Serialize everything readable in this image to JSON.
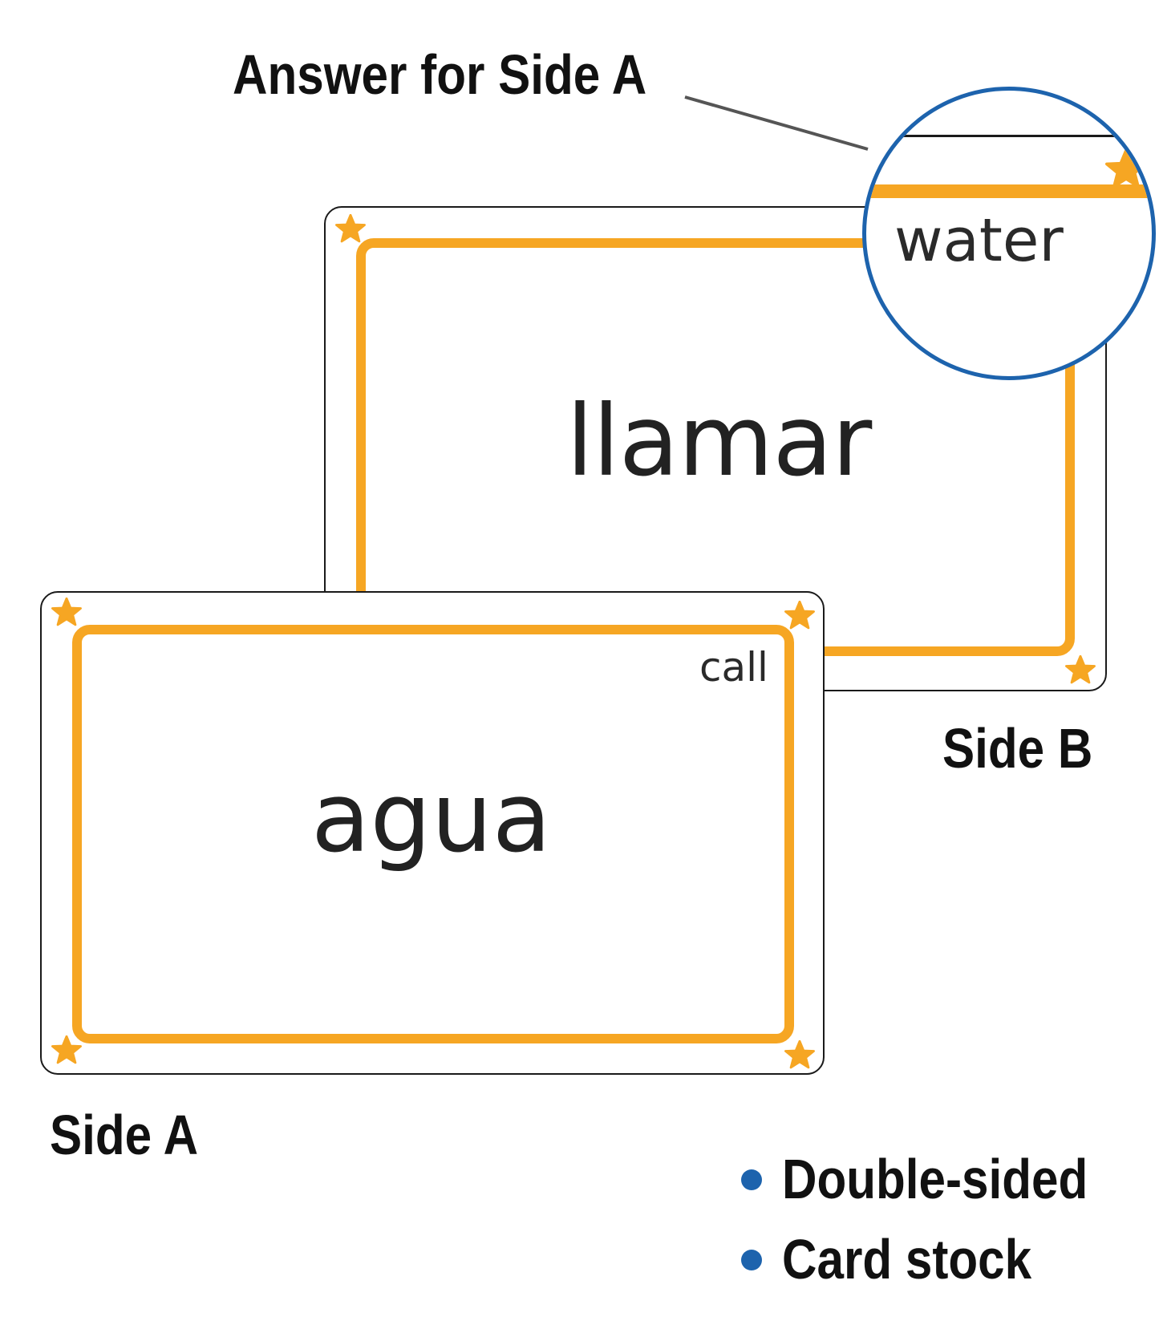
{
  "labels": {
    "answer_for_side_a": "Answer for Side A",
    "side_a": "Side A",
    "side_b": "Side B"
  },
  "card_b": {
    "word": "llamar",
    "answer": "water"
  },
  "card_a": {
    "word": "agua",
    "answer": "call"
  },
  "features": [
    "Double-sided",
    "Card stock"
  ],
  "colors": {
    "border": "#f6a623",
    "star": "#f6a623",
    "magnifier": "#1d63ad",
    "bullet": "#1d63ad",
    "text": "#111111"
  },
  "icons": [
    "star-icon",
    "magnifier-circle",
    "bullet-icon"
  ]
}
